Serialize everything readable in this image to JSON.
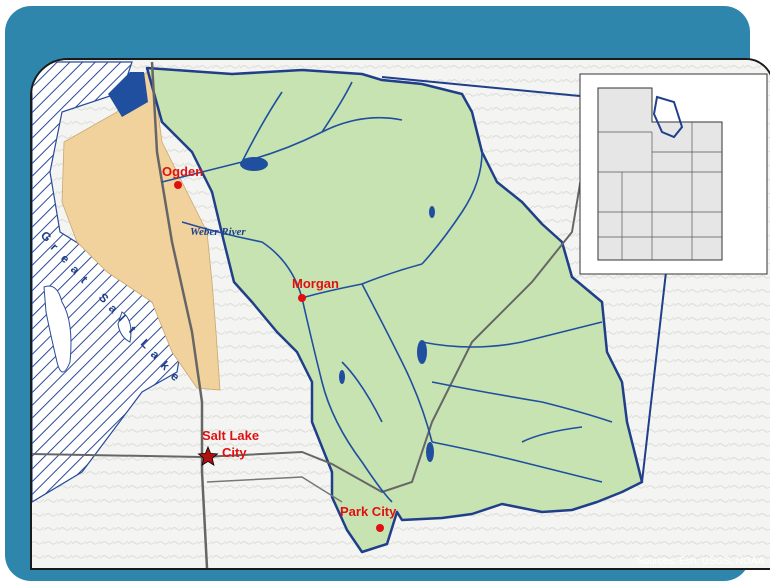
{
  "cities": [
    {
      "id": "ogden",
      "label": "Ogden"
    },
    {
      "id": "morgan",
      "label": "Morgan"
    },
    {
      "id": "salt-lake-city",
      "label_line1": "Salt Lake",
      "label_line2": "City"
    },
    {
      "id": "park-city",
      "label": "Park City"
    }
  ],
  "river_label": "Weber River",
  "lake_label_letters": [
    "G",
    "r",
    "e",
    "a",
    "t",
    "S",
    "a",
    "l",
    "t",
    "L",
    "a",
    "k",
    "e"
  ],
  "credits": "Sources: Esri, USGS, NOAA",
  "colors": {
    "panel": "#2e86ad",
    "basin_fill": "#c7e3b2",
    "basin_outline": "#1f3f8a",
    "tan_area": "#f2d29c",
    "lake_hatch": "#2a4a9a",
    "river": "#1f4f9e",
    "city_marker": "#e01010"
  }
}
